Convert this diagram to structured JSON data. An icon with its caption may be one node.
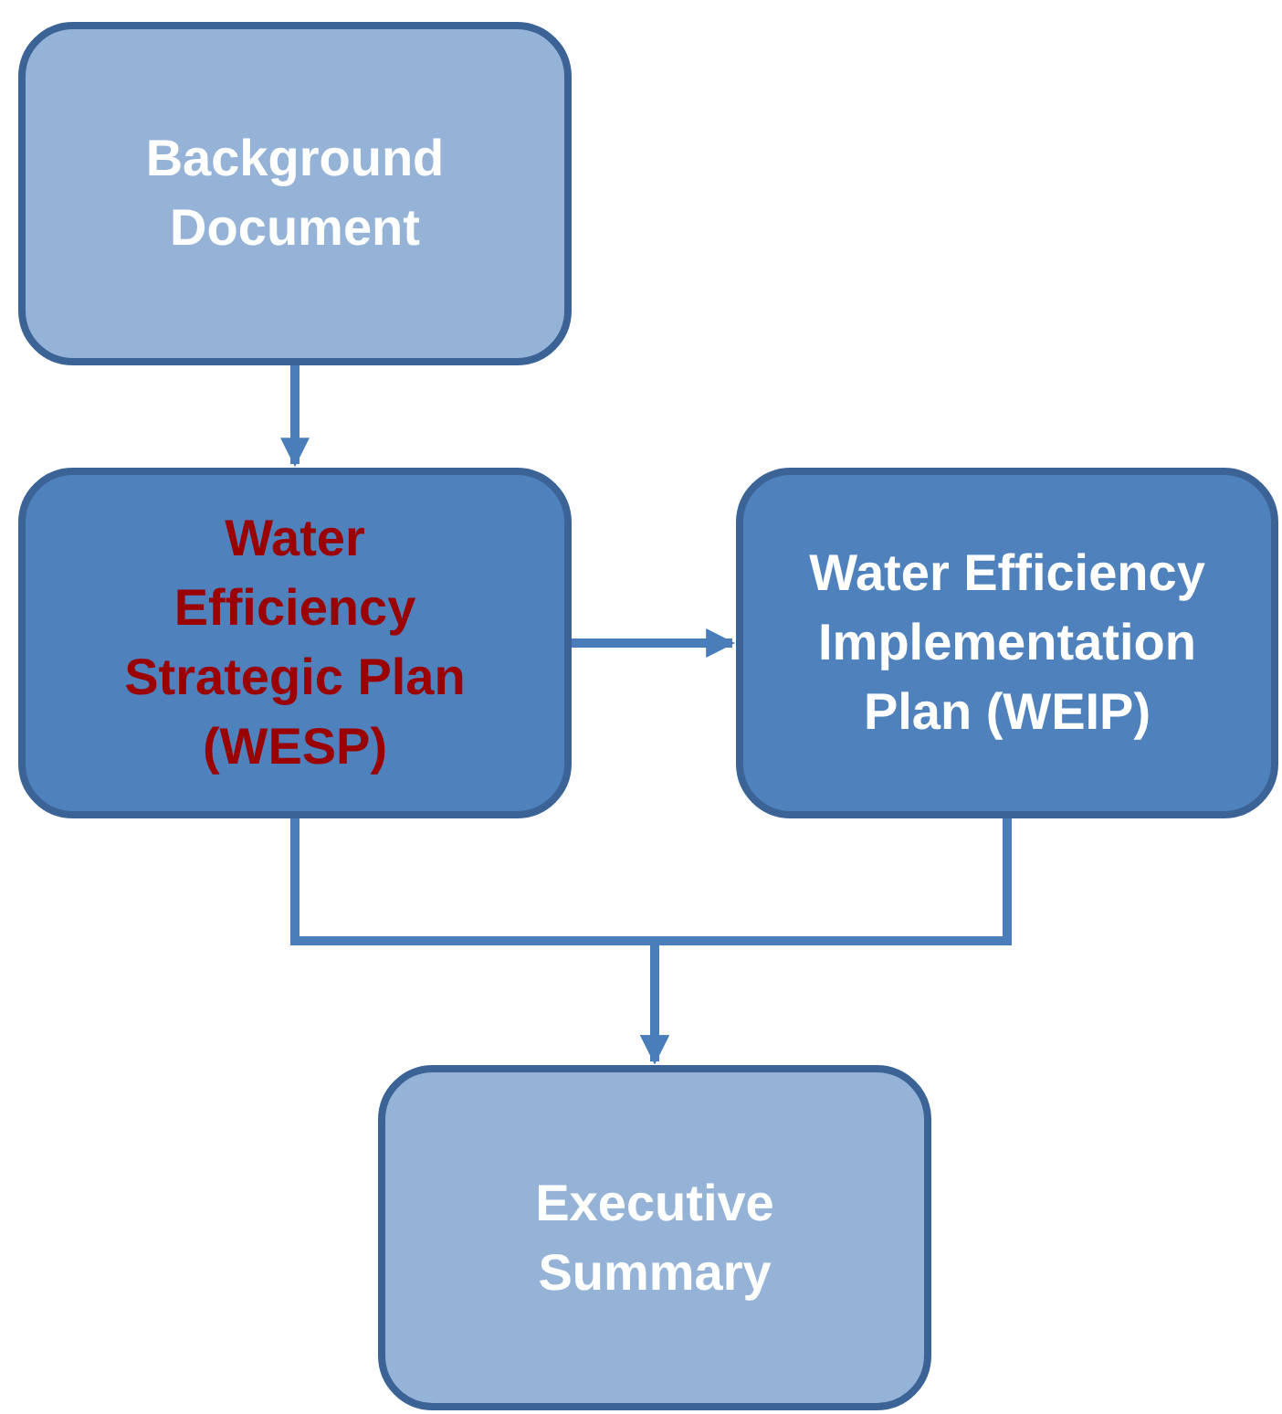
{
  "diagram": {
    "nodes": [
      {
        "text": [
          "Background Document"
        ]
      },
      {
        "text": [
          "Water Efficiency Strategic Plan (WESP)"
        ]
      },
      {
        "text": [
          "Water Efficiency Implementation Plan (WEIP)"
        ]
      },
      {
        "text": [
          "Executive Summary"
        ]
      }
    ],
    "edges": [
      {
        "from": 0,
        "to": 1,
        "arrow": "to"
      },
      {
        "from": 1,
        "to": 2,
        "arrow": "to"
      },
      {
        "from": 1,
        "to": 3,
        "arrow": "to"
      },
      {
        "from": 2,
        "to": 3,
        "arrow": "to"
      }
    ]
  }
}
